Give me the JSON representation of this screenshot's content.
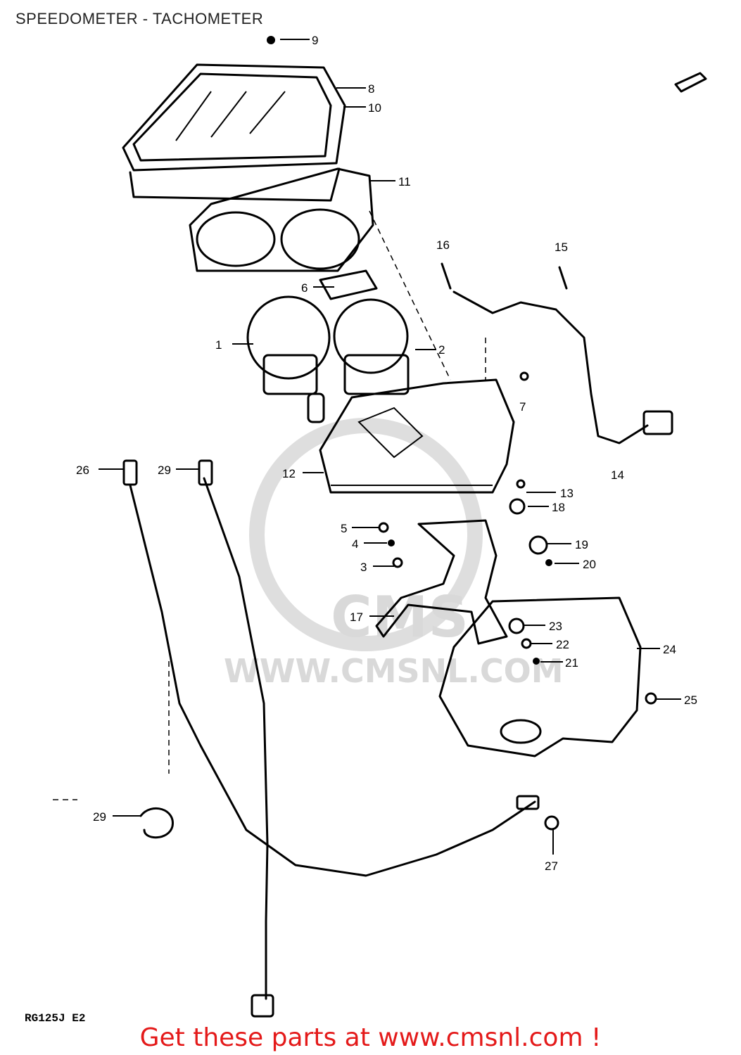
{
  "page": {
    "title": "SPEEDOMETER - TACHOMETER",
    "model_code": "RG125J E2",
    "footer": "Get these parts at www.cmsnl.com !",
    "watermark": "WWW.CMSNL.COM",
    "watermark_logo": "CMS"
  },
  "callouts": [
    "9",
    "8",
    "10",
    "11",
    "16",
    "15",
    "6",
    "2",
    "1",
    "7",
    "14",
    "26",
    "29",
    "12",
    "13",
    "18",
    "5",
    "4",
    "3",
    "19",
    "20",
    "17",
    "23",
    "22",
    "21",
    "24",
    "25",
    "29",
    "27"
  ],
  "colors": {
    "footer": "#e41a1a",
    "watermark": "#d9d9d9",
    "line": "#000000"
  }
}
